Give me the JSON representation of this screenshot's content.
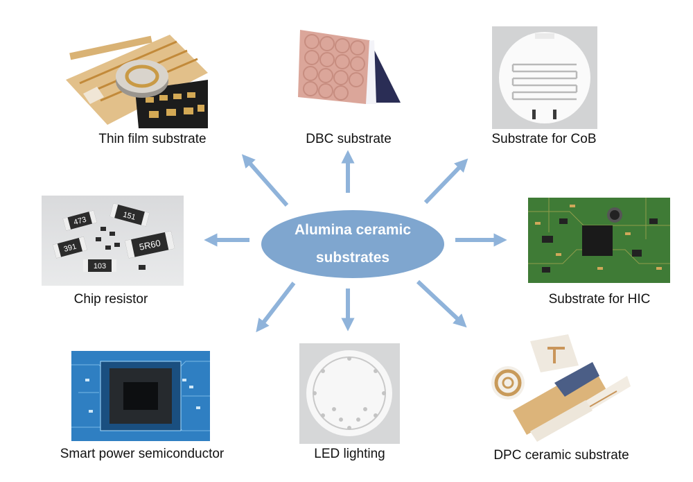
{
  "center": {
    "line1": "Alumina ceramic",
    "line2": "substrates"
  },
  "items": [
    {
      "label": "Thin film substrate"
    },
    {
      "label": "DBC substrate"
    },
    {
      "label": "Substrate for CoB"
    },
    {
      "label": "Chip resistor"
    },
    {
      "label": "Substrate for HIC"
    },
    {
      "label": "Smart power semiconductor"
    },
    {
      "label": "LED lighting"
    },
    {
      "label": "DPC ceramic substrate"
    }
  ],
  "resistor_codes": [
    "473",
    "151",
    "391",
    "5R60",
    "103"
  ],
  "colors": {
    "arrow": "#8fb3da",
    "ellipse": "#7fa6cf",
    "pcb_green": "#3f7b36",
    "chip_blue": "#2f7fc2",
    "gold": "#d7a95a"
  }
}
